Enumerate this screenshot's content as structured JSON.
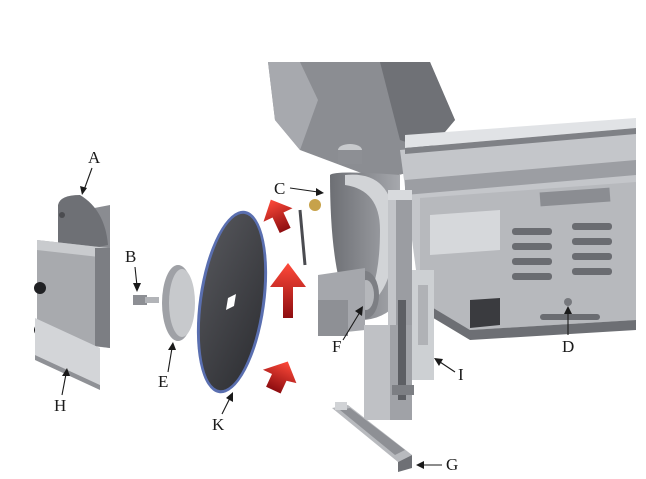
{
  "diagram": {
    "callouts": [
      {
        "id": "A",
        "label": "A"
      },
      {
        "id": "B",
        "label": "B"
      },
      {
        "id": "C",
        "label": "C"
      },
      {
        "id": "D",
        "label": "D"
      },
      {
        "id": "E",
        "label": "E"
      },
      {
        "id": "F",
        "label": "F"
      },
      {
        "id": "G",
        "label": "G"
      },
      {
        "id": "H",
        "label": "H"
      },
      {
        "id": "I",
        "label": "I"
      },
      {
        "id": "K",
        "label": "K"
      }
    ],
    "arrow_color": "#c0141a",
    "metal_light": "#c9cbcf",
    "metal_mid": "#9a9ca1",
    "metal_dark": "#5f6166",
    "blade_color": "#3e3f44"
  }
}
